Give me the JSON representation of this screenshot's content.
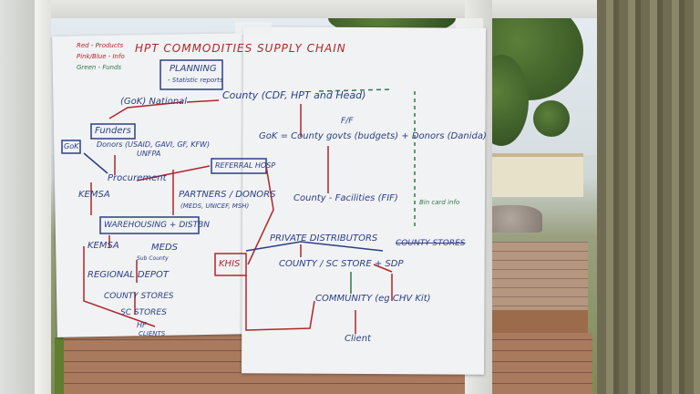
{
  "page": {
    "title": "HPT COMMODITIES SUPPLY CHAIN"
  },
  "corner_notes": [
    "Red - Products",
    "Pink/Blue - Info",
    "Green - Funds"
  ],
  "left_sheet": {
    "planning_title": "PLANNING",
    "planning_sub": "- Statistic reports",
    "gok_national": "(GoK) National",
    "funders": "Funders",
    "gok": "GoK",
    "donors": "Donors (USAID, GAVI, GF, KFW)",
    "donors_2": "UNFPA",
    "procurement": "Procurement",
    "kemsa": "KEMSA",
    "referral_hosp": "REFERRAL HOSP",
    "partners": "PARTNERS / DONORS",
    "partners_sub": "(MEDS, UNICEF, MSH)",
    "warehousing": "WAREHOUSING + DISTBN",
    "kemsa2": "KEMSA",
    "meds": "MEDS",
    "meds_sub": "Sub County",
    "regional_depot": "REGIONAL DEPOT",
    "county_stores": "COUNTY STORES",
    "sc_stores": "SC STORES",
    "hf": "HF",
    "clients": "CLIENTS"
  },
  "right_sheet": {
    "county": "County (CDF, HPT and Head)",
    "ff": "F/F",
    "gok_county": "GoK = County govts (budgets) + Donors (Danida)",
    "county_facilities": "County - Facilities (FIF)",
    "bin_card": "Bin card info",
    "private_distributors": "PRIVATE DISTRIBUTORS",
    "county_stores": "COUNTY STORES",
    "khis": "KHIS",
    "county_sc_store": "COUNTY / SC STORE + SDP",
    "community": "COMMUNITY (eg CHV Kit)",
    "client": "Client"
  }
}
